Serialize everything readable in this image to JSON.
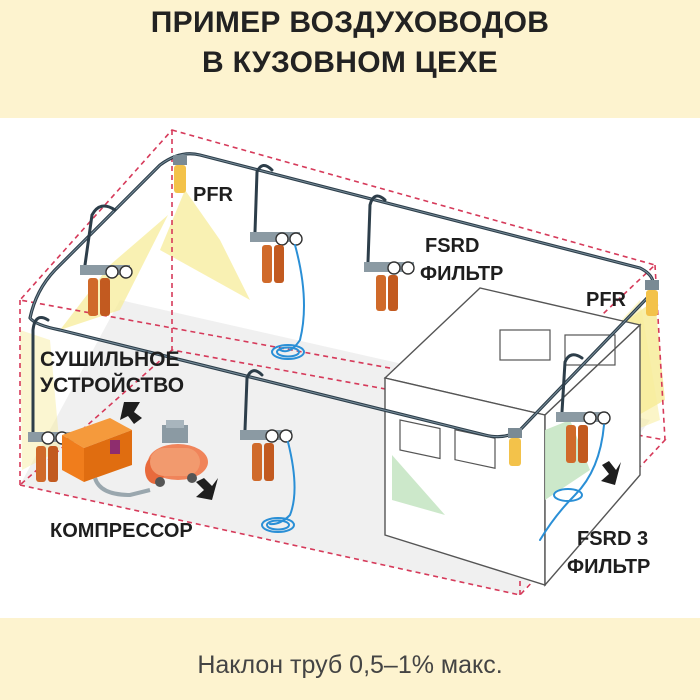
{
  "title": {
    "line1": "ПРИМЕР ВОЗДУХОВОДОВ",
    "line2": "В КУЗОВНОМ ЦЕХЕ"
  },
  "labels": {
    "pfr_left": "PFR",
    "fsrd_line1": "FSRD",
    "fsrd_line2": "ФИЛЬТР",
    "pfr_right": "PFR",
    "dryer_line1": "СУШИЛЬНОЕ",
    "dryer_line2": "УСТРОЙСТВО",
    "compressor": "КОМПРЕССОР",
    "fsrd3_line1": "FSRD 3",
    "fsrd3_line2": "ФИЛЬТР"
  },
  "footnote": "Наклон труб 0,5–1% макс.",
  "colors": {
    "header_bg": "#fdf3cf",
    "room_outline": "#d63a5a",
    "pipe": "#2d3e4a",
    "hose": "#2a8fd6",
    "filter_orange": "#d06a2a",
    "dryer_orange": "#f07d1c",
    "light_yellow": "#f7ec9a",
    "booth_green": "#c7e6c4",
    "floor_gray": "#e3e3e3"
  }
}
